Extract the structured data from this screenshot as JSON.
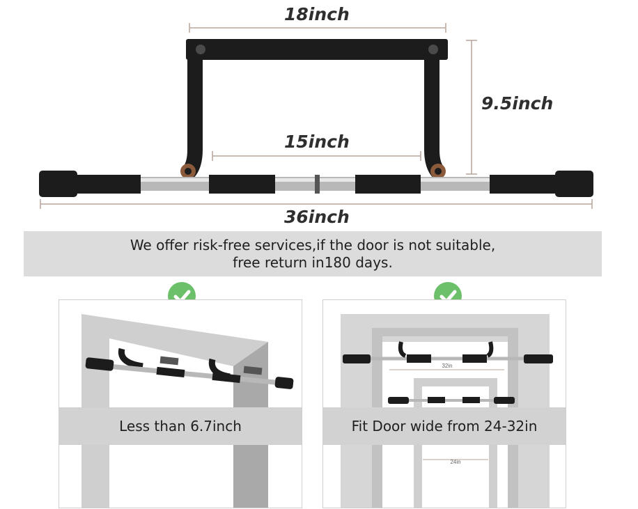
{
  "dimensions": {
    "top_width": "18inch",
    "height": "9.5inch",
    "inner_width": "15inch",
    "total_width": "36inch"
  },
  "banner": {
    "line1": "We offer risk-free services,if the door is not suitable,",
    "line2": "free return in180 days."
  },
  "panels": [
    {
      "caption": "Less than 6.7inch"
    },
    {
      "caption": "Fit Door wide from 24-32in",
      "small_label_top": "32in",
      "small_label_bottom": "24in"
    }
  ],
  "colors": {
    "check_green": "#6cc06a",
    "banner_gray": "#dcdcdc",
    "caption_gray": "#d2d2d2",
    "bar_black": "#1c1c1c"
  }
}
